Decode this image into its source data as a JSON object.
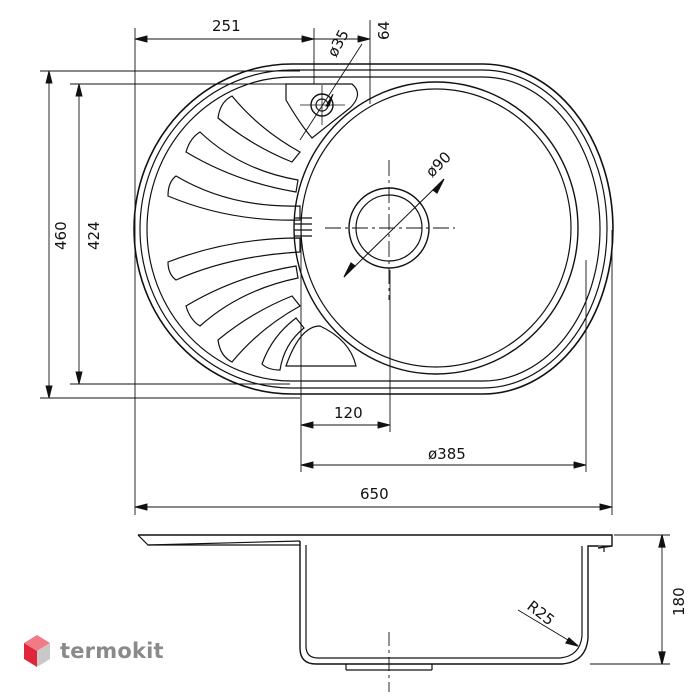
{
  "dimensions": {
    "top_width_left": "251",
    "drain_hole_dia": "ø35",
    "hole_offset": "64",
    "height_outer": "460",
    "height_inner": "424",
    "bowl_drain_dia": "ø90",
    "drain_offset": "120",
    "bowl_dia": "ø385",
    "total_width": "650",
    "bowl_radius": "R25",
    "depth": "180"
  },
  "brand": {
    "name": "termokit",
    "logo_colors": [
      "#e0263b",
      "#f27a86",
      "#c8c8c8"
    ]
  },
  "colors": {
    "line": "#111111",
    "background": "#ffffff"
  }
}
